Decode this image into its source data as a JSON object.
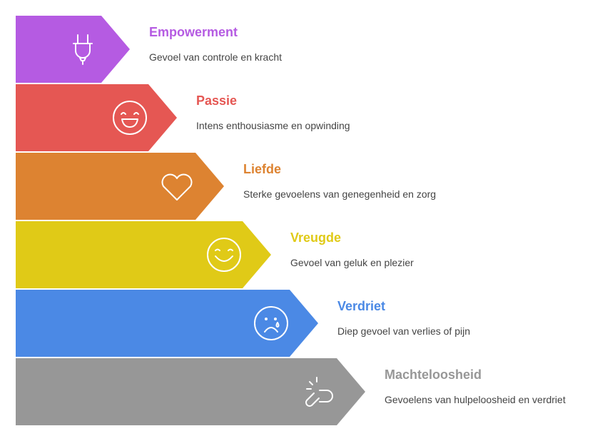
{
  "items": [
    {
      "title": "Empowerment",
      "description": "Gevoel van controle en kracht",
      "color": "#B55BE2",
      "icon": "plug-icon"
    },
    {
      "title": "Passie",
      "description": "Intens enthousiasme en opwinding",
      "color": "#E55753",
      "icon": "laughing-face-icon"
    },
    {
      "title": "Liefde",
      "description": "Sterke gevoelens van genegenheid en zorg",
      "color": "#DD8331",
      "icon": "heart-icon"
    },
    {
      "title": "Vreugde",
      "description": "Gevoel van geluk en plezier",
      "color": "#E0CA17",
      "icon": "smiling-face-icon"
    },
    {
      "title": "Verdriet",
      "description": "Diep gevoel van verlies of pijn",
      "color": "#4B89E5",
      "icon": "crying-face-icon"
    },
    {
      "title": "Machteloosheid",
      "description": "Gevoelens van hulpeloosheid en verdriet",
      "color": "#979797",
      "icon": "broken-link-icon"
    }
  ]
}
